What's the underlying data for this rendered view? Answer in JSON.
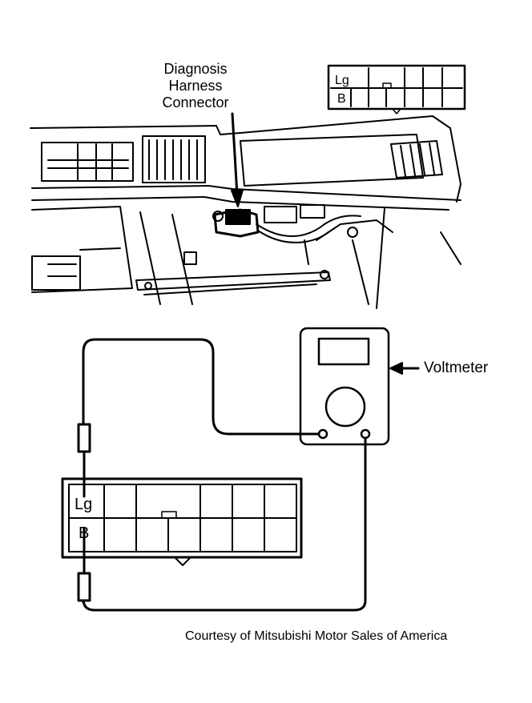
{
  "callouts": {
    "connector_line1": "Diagnosis",
    "connector_line2": "Harness",
    "connector_line3": "Connector",
    "voltmeter": "Voltmeter"
  },
  "connector_pins": {
    "top_label": "Lg",
    "bottom_label": "B"
  },
  "credit": "Courtesy of Mitsubishi Motor Sales of America"
}
